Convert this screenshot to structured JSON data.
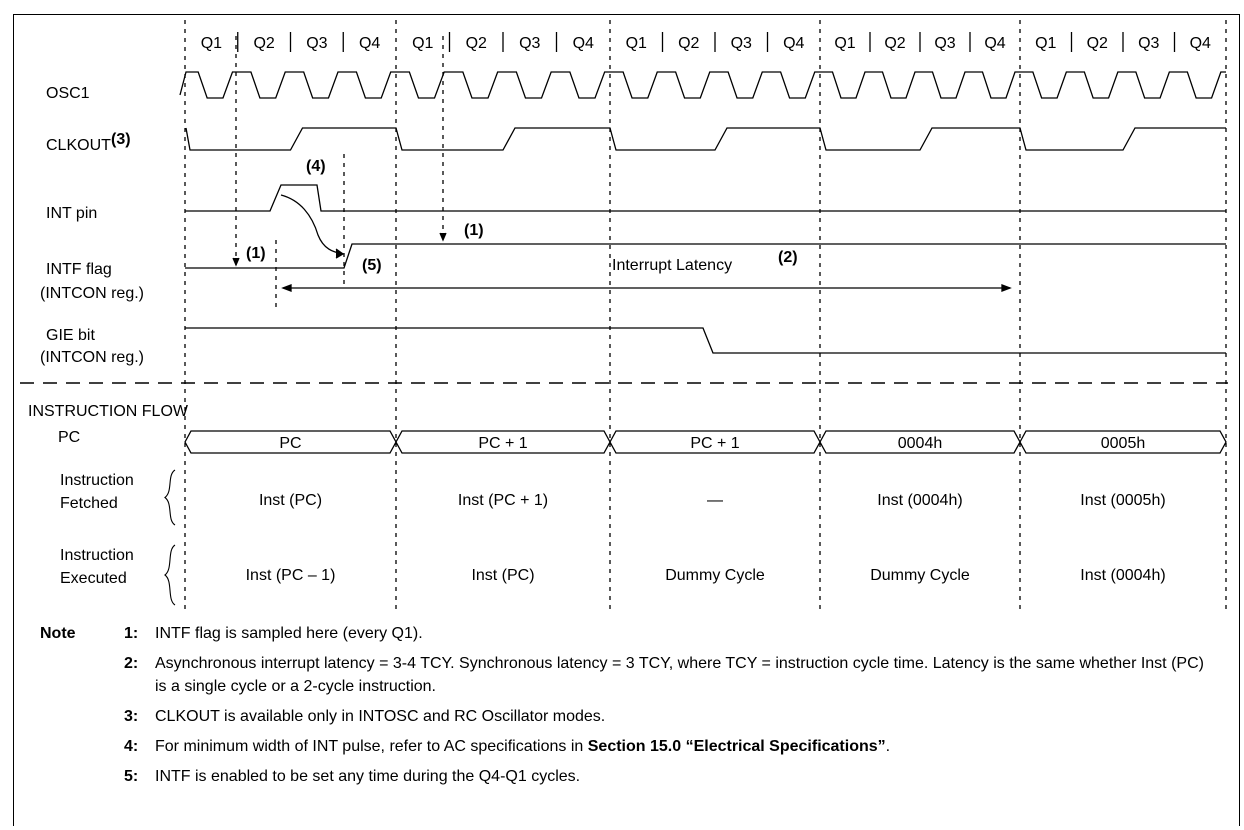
{
  "signals": {
    "osc1": "OSC1",
    "clkout": "CLKOUT",
    "clkout_ref": "(3)",
    "int_pin": "INT pin",
    "intf_flag": "INTF flag",
    "intf_reg": "(INTCON reg.)",
    "gie_bit": "GIE bit",
    "gie_reg": "(INTCON reg.)"
  },
  "phases": [
    "Q1",
    "Q2",
    "Q3",
    "Q4"
  ],
  "markers": {
    "m1": "(1)",
    "m2": "(2)",
    "m4": "(4)",
    "m5": "(5)",
    "latency": "Interrupt Latency"
  },
  "flow": {
    "title": "INSTRUCTION FLOW",
    "pc_label": "PC",
    "pc_values": [
      "PC",
      "PC + 1",
      "PC + 1",
      "0004h",
      "0005h"
    ],
    "fetched_label_1": "Instruction",
    "fetched_label_2": "Fetched",
    "fetched": [
      "Inst (PC)",
      "Inst (PC + 1)",
      "—",
      "Inst (0004h)",
      "Inst (0005h)"
    ],
    "executed_label_1": "Instruction",
    "executed_label_2": "Executed",
    "executed": [
      "Inst (PC – 1)",
      "Inst (PC)",
      "Dummy Cycle",
      "Dummy Cycle",
      "Inst (0004h)"
    ]
  },
  "notes": {
    "heading": "Note",
    "items": [
      {
        "num": "1:",
        "text": "INTF flag is sampled here (every Q1)."
      },
      {
        "num": "2:",
        "text": "Asynchronous interrupt latency = 3-4 TCY. Synchronous latency = 3 TCY, where TCY = instruction cycle time. Latency is the same whether Inst (PC) is a single cycle or a 2-cycle instruction."
      },
      {
        "num": "3:",
        "text": "CLKOUT is available only in INTOSC and RC Oscillator modes."
      },
      {
        "num": "4:",
        "text_before": "For minimum width of INT pulse, refer to AC specifications in ",
        "text_bold": "Section 15.0 “Electrical Specifications”",
        "text_after": "."
      },
      {
        "num": "5:",
        "text": "INTF is enabled to be set any time during the Q4-Q1 cycles."
      }
    ]
  }
}
